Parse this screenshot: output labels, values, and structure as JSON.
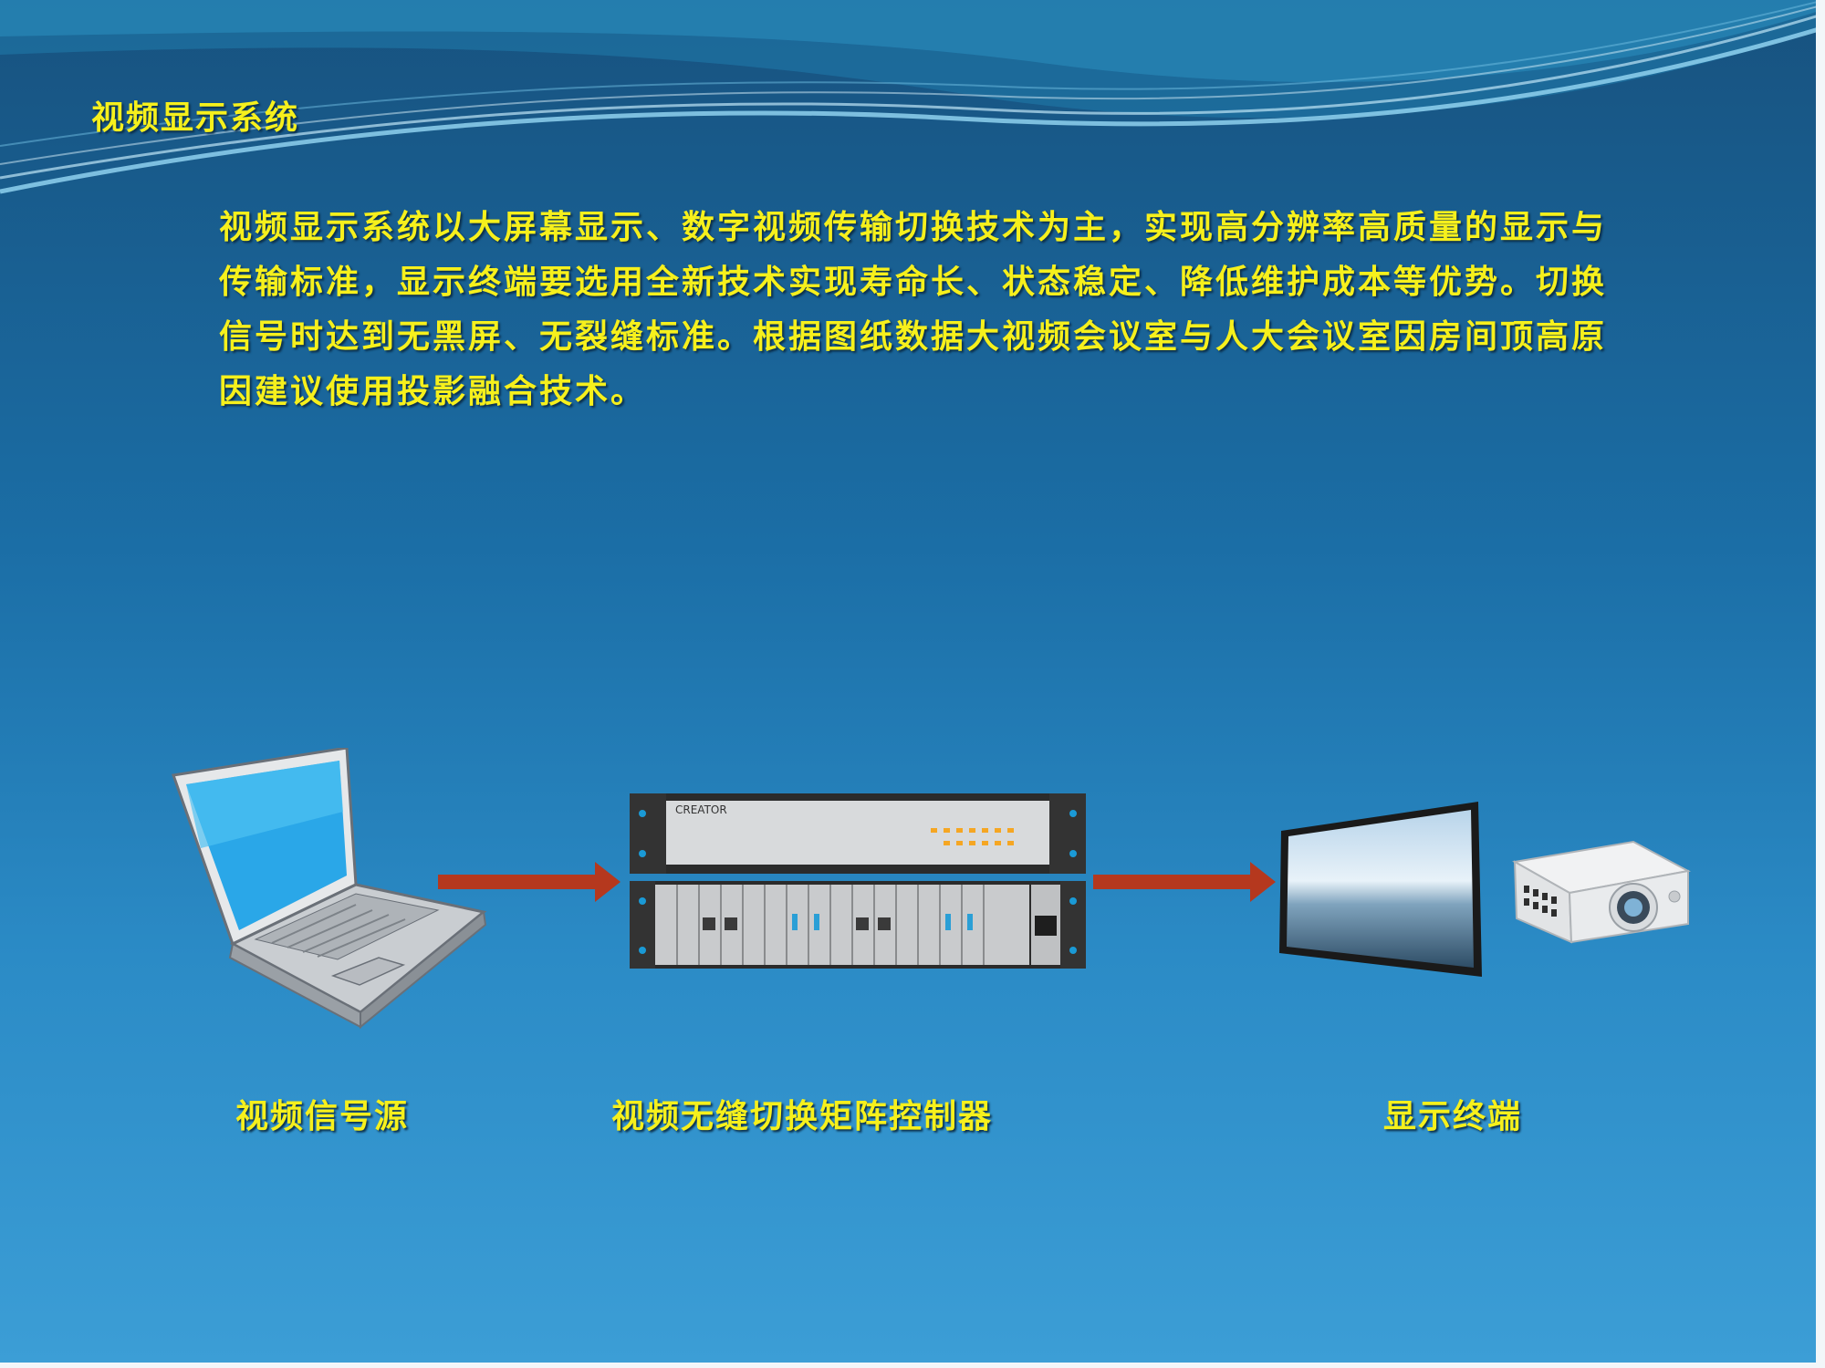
{
  "slide": {
    "section_title": "视频显示系统",
    "body_paragraph": "视频显示系统以大屏幕显示、数字视频传输切换技术为主，实现高分辨率高质量的显示与传输标准，显示终端要选用全新技术实现寿命长、状态稳定、降低维护成本等优势。切换信号时达到无黑屏、无裂缝标准。根据图纸数据大视频会议室与人大会议室因房间顶高原因建议使用投影融合技术。"
  },
  "diagram": {
    "nodes": [
      {
        "label": "视频信号源",
        "icon": "laptop-icon"
      },
      {
        "label": "视频无缝切换矩阵控制器",
        "icon": "matrix-switcher-icon",
        "brand_text": "CREATOR"
      },
      {
        "label": "显示终端",
        "icons": [
          "monitor-icon",
          "projector-icon"
        ]
      }
    ]
  },
  "colors": {
    "background_top": "#17527f",
    "background_bottom": "#3c9ed6",
    "text_yellow": "#f6f01c",
    "arrow_red": "#b5381e"
  }
}
